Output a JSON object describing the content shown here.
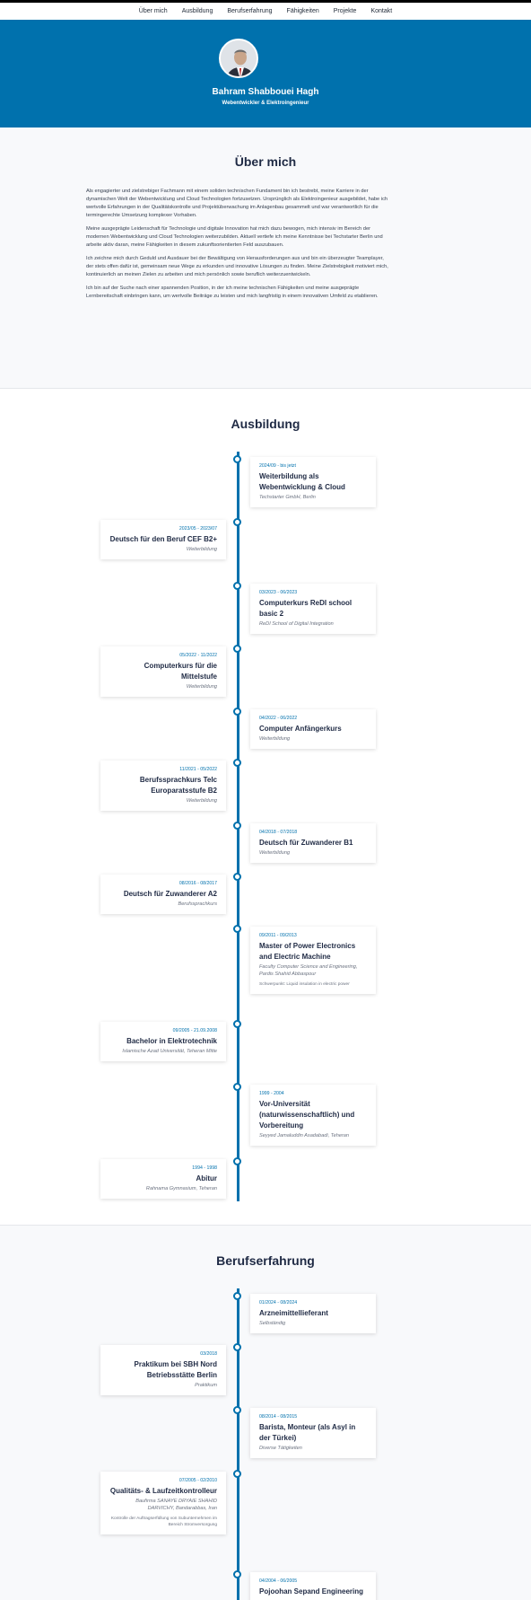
{
  "nav": {
    "items": [
      "Über mich",
      "Ausbildung",
      "Berufserfahrung",
      "Fähigkeiten",
      "Projekte",
      "Kontakt"
    ]
  },
  "hero": {
    "name": "Bahram Shabbouei Hagh",
    "subtitle": "Webentwickler & Elektroingenieur"
  },
  "about": {
    "title": "Über mich",
    "paragraphs": [
      "Als engagierter und zielstrebiger Fachmann mit einem soliden technischen Fundament bin ich bestrebt, meine Karriere in der dynamischen Welt der Webentwicklung und Cloud Technologien fortzusetzen. Ursprünglich als Elektroingenieur ausgebildet, habe ich wertvolle Erfahrungen in der Qualitätskontrolle und Projektüberwachung im Anlagenbau gesammelt und war verantwortlich für die termingerechte Umsetzung komplexer Vorhaben.",
      "Meine ausgeprägte Leidenschaft für Technologie und digitale Innovation hat mich dazu bewogen, mich intensiv im Bereich der modernen Webentwicklung und Cloud Technologien weiterzubilden. Aktuell vertiefe ich meine Kenntnisse bei Techstarter Berlin und arbeite aktiv daran, meine Fähigkeiten in diesem zukunftsorientierten Feld auszubauen.",
      "Ich zeichne mich durch Geduld und Ausdauer bei der Bewältigung von Herausforderungen aus und bin ein überzeugter Teamplayer, der stets offen dafür ist, gemeinsam neue Wege zu erkunden und innovative Lösungen zu finden. Meine Zielstrebigkeit motiviert mich, kontinuierlich an meinen Zielen zu arbeiten und mich persönlich sowie beruflich weiterzuentwickeln.",
      "Ich bin auf der Suche nach einer spannenden Position, in der ich meine technischen Fähigkeiten und meine ausgeprägte Lernbereitschaft einbringen kann, um wertvolle Beiträge zu leisten und mich langfristig in einem innovativen Umfeld zu etablieren."
    ]
  },
  "education": {
    "title": "Ausbildung",
    "items": [
      {
        "date": "2024/09 - bis jetzt",
        "title": "Weiterbildung als Webentwicklung & Cloud",
        "org": "Techstarter GmbH, Berlin",
        "desc": ""
      },
      {
        "date": "2023/05 - 2023/07",
        "title": "Deutsch für den Beruf CEF B2+",
        "org": "Weiterbildung",
        "desc": ""
      },
      {
        "date": "03/2023 - 06/2023",
        "title": "Computerkurs ReDI school basic 2",
        "org": "ReDI School of Digital Integration",
        "desc": ""
      },
      {
        "date": "05/2022 - 11/2022",
        "title": "Computerkurs für die Mittelstufe",
        "org": "Weiterbildung",
        "desc": ""
      },
      {
        "date": "04/2022 - 06/2022",
        "title": "Computer Anfängerkurs",
        "org": "Weiterbildung",
        "desc": ""
      },
      {
        "date": "11/2021 - 05/2022",
        "title": "Berufssprachkurs Telc Europaratsstufe B2",
        "org": "Weiterbildung",
        "desc": ""
      },
      {
        "date": "04/2018 - 07/2018",
        "title": "Deutsch für Zuwanderer B1",
        "org": "Weiterbildung",
        "desc": ""
      },
      {
        "date": "08/2016 - 08/2017",
        "title": "Deutsch für Zuwanderer A2",
        "org": "Berufssprachkurs",
        "desc": ""
      },
      {
        "date": "09/2011 - 09/2013",
        "title": "Master of Power Electronics and Electric Machine",
        "org": "Faculty Computer Science and Engineering, Pardis Shahid Abbaspour",
        "desc": "Schwerpunkt: Liquid insulation in electric power"
      },
      {
        "date": "09/2005 - 21.09.2008",
        "title": "Bachelor in Elektrotechnik",
        "org": "Islamische Azad Universität, Teheran Mitte",
        "desc": ""
      },
      {
        "date": "1999 - 2004",
        "title": "Vor-Universität (naturwissenschaftlich) und Vorbereitung",
        "org": "Seyyed Jamaluddin Asadabadi, Teheran",
        "desc": ""
      },
      {
        "date": "1994 - 1998",
        "title": "Abitur",
        "org": "Rahnama Gymnasium, Teheran",
        "desc": ""
      }
    ]
  },
  "experience": {
    "title": "Berufserfahrung",
    "items": [
      {
        "date": "01/2024 - 08/2024",
        "title": "Arzneimittellieferant",
        "org": "Selbständig",
        "desc": ""
      },
      {
        "date": "03/2018",
        "title": "Praktikum bei SBH Nord Betriebsstätte Berlin",
        "org": "Praktikum",
        "desc": ""
      },
      {
        "date": "08/2014 - 08/2015",
        "title": "Barista, Monteur (als Asyl in der Türkei)",
        "org": "Diverse Tätigkeiten",
        "desc": ""
      },
      {
        "date": "07/2005 - 02/2010",
        "title": "Qualitäts- & Laufzeitkontrolleur",
        "org": "Baufirma SANAYE DRYAIE SHAHID DARVICHY, Bandarabbas, Iran",
        "desc": "Kontrolle der Auftragserfüllung von Subunternehmen im Bereich Stromversorgung"
      },
      {
        "date": "04/2004 - 06/2005",
        "title": "Pojoohan Sepand Engineering",
        "org": "",
        "desc": ""
      }
    ]
  },
  "colors": {
    "primary": "#0071ad",
    "heading": "#1f2a44",
    "background_alt": "#f8f9fb"
  }
}
